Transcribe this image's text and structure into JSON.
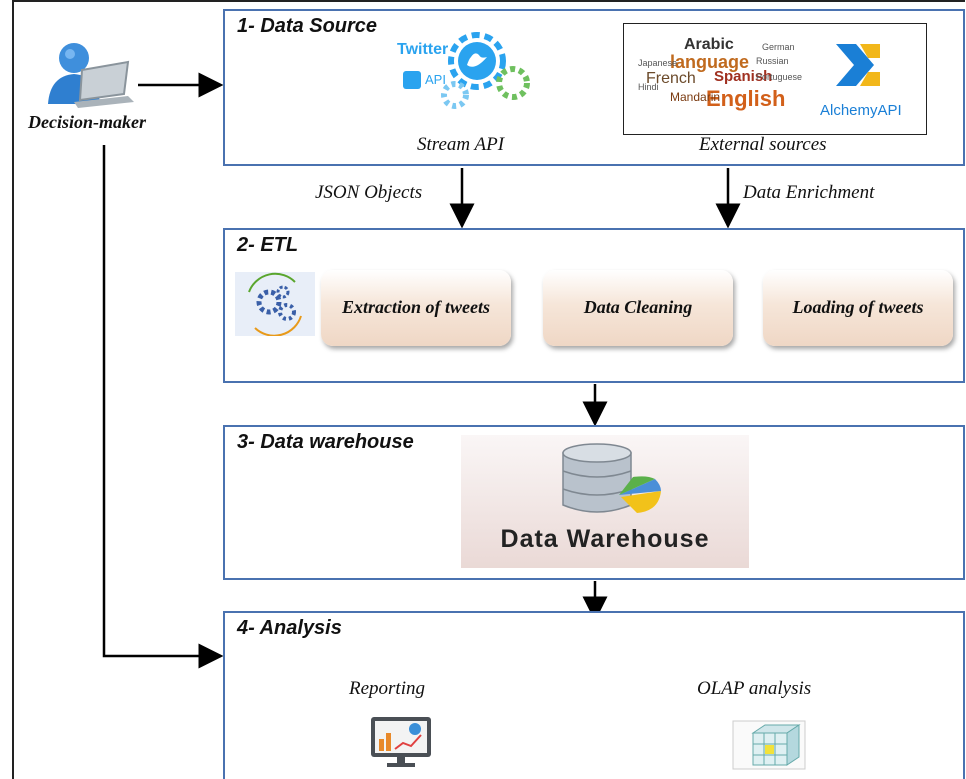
{
  "actor": {
    "label": "Decision-maker"
  },
  "stages": {
    "source": {
      "title": "1- Data Source",
      "stream_caption": "Stream API",
      "external_caption": "External sources",
      "twitter_text": "Twitter",
      "api_text": "API",
      "alchemy_text": "AlchemyAPI",
      "word_cloud": [
        "Arabic",
        "language",
        "French",
        "Spanish",
        "English",
        "Mandarin",
        "Japanese",
        "Russian",
        "Portuguese",
        "German",
        "Hindi"
      ]
    },
    "arrows": {
      "json_label": "JSON Objects",
      "enrich_label": "Data Enrichment"
    },
    "etl": {
      "title": "2- ETL",
      "steps": [
        "Extraction of tweets",
        "Data Cleaning",
        "Loading of tweets"
      ]
    },
    "dw": {
      "title": "3- Data warehouse",
      "image_text": "Data Warehouse"
    },
    "analysis": {
      "title": "4- Analysis",
      "reporting": "Reporting",
      "olap": "OLAP analysis"
    }
  },
  "colors": {
    "stage_border": "#4a72b0",
    "etl_fill": "#efd7c5",
    "twitter_blue": "#2aa3ef"
  }
}
